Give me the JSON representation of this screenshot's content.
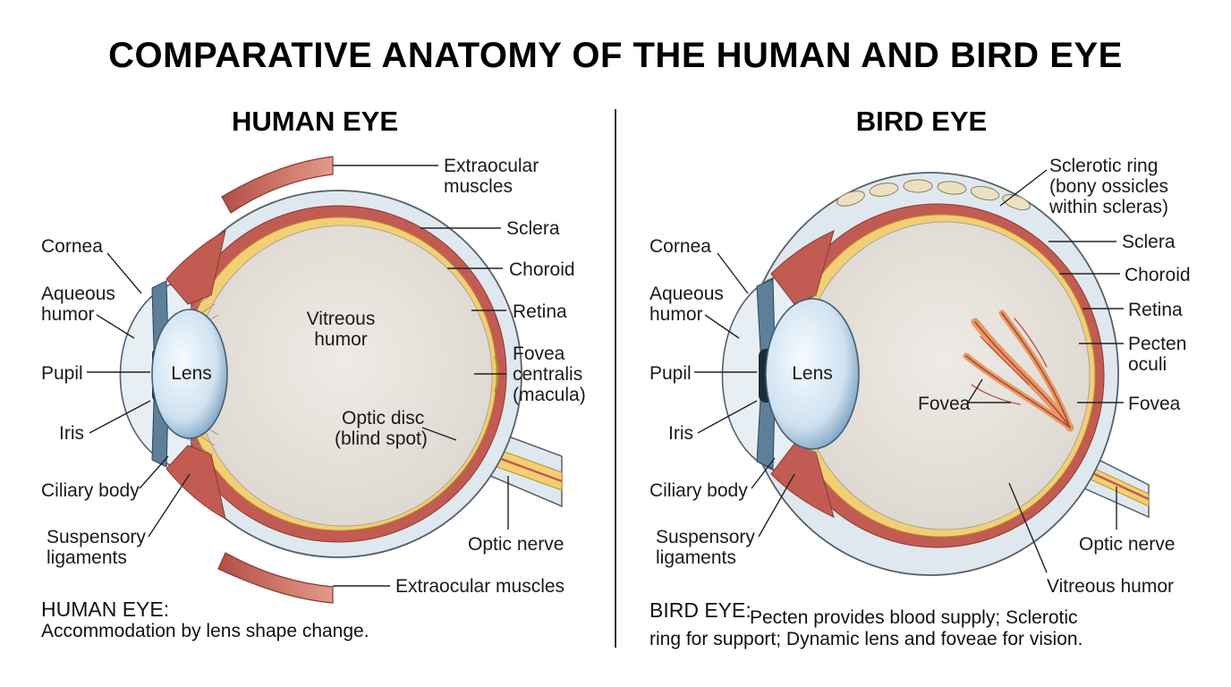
{
  "title": "COMPARATIVE ANATOMY OF THE HUMAN AND BIRD EYE",
  "human": {
    "heading": "HUMAN EYE",
    "labels": {
      "extraocular_top": [
        "Extraocular",
        "muscles"
      ],
      "sclera": "Sclera",
      "choroid": "Choroid",
      "retina": "Retina",
      "fovea": [
        "Fovea",
        "centralis",
        "(macula)"
      ],
      "optic_disc": [
        "Optic disc",
        "(blind spot)"
      ],
      "optic_nerve": "Optic nerve",
      "extraocular_bottom": "Extraocular muscles",
      "cornea": "Cornea",
      "aqueous": [
        "Aqueous",
        "humor"
      ],
      "pupil": "Pupil",
      "iris": "Iris",
      "ciliary": "Ciliary body",
      "suspensory": [
        "Suspensory",
        "ligaments"
      ],
      "lens": "Lens",
      "vitreous": [
        "Vitreous",
        "humor"
      ]
    },
    "note_heading": "HUMAN EYE:",
    "note_text": "Accommodation by lens shape change."
  },
  "bird": {
    "heading": "BIRD EYE",
    "labels": {
      "sclerotic_ring": [
        "Sclerotic ring",
        "(bony ossicles",
        "within scleras)"
      ],
      "sclera": "Sclera",
      "choroid": "Choroid",
      "retina": "Retina",
      "pecten": [
        "Pecten",
        "oculi"
      ],
      "fovea_right": "Fovea",
      "fovea_left": "Fovea",
      "optic_nerve": "Optic nerve",
      "vitreous": "Vitreous humor",
      "cornea": "Cornea",
      "aqueous": [
        "Aqueous",
        "humor"
      ],
      "pupil": "Pupil",
      "iris": "Iris",
      "ciliary": "Ciliary body",
      "suspensory": [
        "Suspensory",
        "ligaments"
      ],
      "lens": "Lens"
    },
    "note_heading": "BIRD EYE:",
    "note_lines": [
      "Pecten provides blood supply; Sclerotic",
      "ring for support; Dynamic lens and foveae for vision."
    ]
  },
  "colors": {
    "sclera": "#dfe8ee",
    "choroid": "#c25b52",
    "retina": "#f2cf74",
    "vitreous": "#e8e4de",
    "lens": "#cfe1f0",
    "iris": "#5e7f9a",
    "muscle": "#c9645a",
    "pecten": "#e59a62"
  }
}
